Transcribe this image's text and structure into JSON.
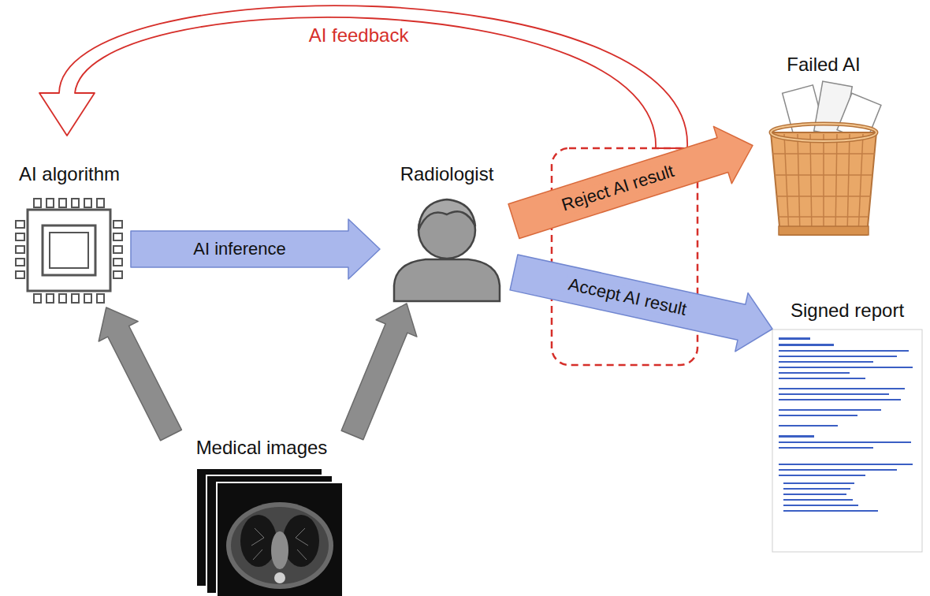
{
  "diagram": {
    "nodes": [
      {
        "text": [
          "AI algorithm"
        ]
      },
      {
        "text": [
          "Radiologist"
        ]
      },
      {
        "text": [
          "Failed AI"
        ]
      },
      {
        "text": [
          "Signed report"
        ]
      },
      {
        "text": [
          "Medical images"
        ]
      }
    ],
    "edges": [
      {
        "from": 0,
        "to": 1,
        "label": "AI inference",
        "arrow": "to"
      },
      {
        "from": 1,
        "to": 2,
        "label": "Reject AI result",
        "arrow": "to"
      },
      {
        "from": 1,
        "to": 3,
        "label": "Accept AI result",
        "arrow": "to"
      },
      {
        "from": 4,
        "to": 0,
        "arrow": "to"
      },
      {
        "from": 4,
        "to": 1,
        "arrow": "to"
      }
    ],
    "labels": [
      "AI feedback"
    ]
  }
}
